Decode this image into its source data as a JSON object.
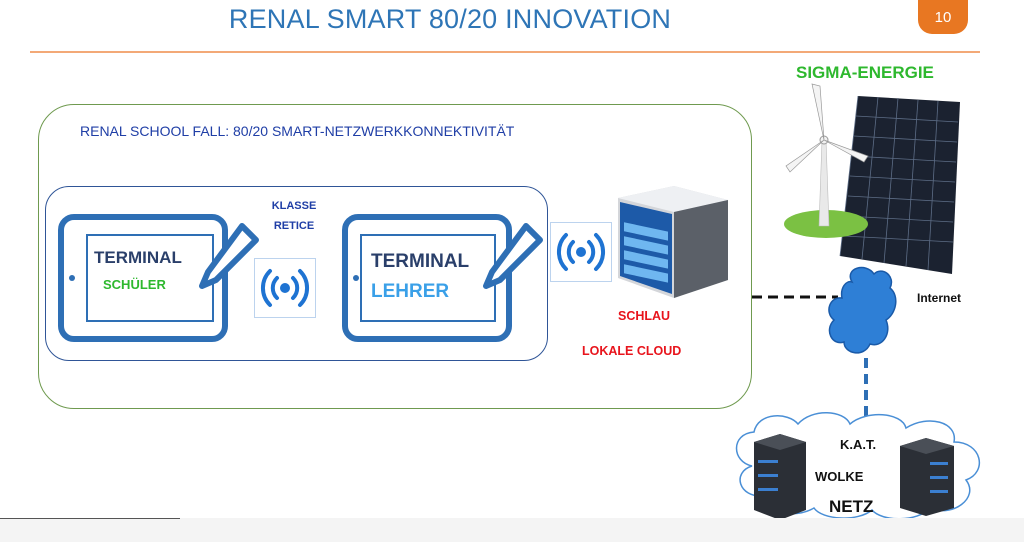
{
  "slide": {
    "title": "RENAL SMART 80/20 INNOVATION",
    "page_number": "10"
  },
  "energy": {
    "label": "SIGMA-ENERGIE"
  },
  "school": {
    "title": "RENAL SCHOOL FALL: 80/20 SMART-NETZWERKKONNEKTIVITÄT",
    "class_label_1": "KLASSE",
    "class_label_2": "RETICE",
    "student_terminal": {
      "title": "TERMINAL",
      "subtitle": "SCHÜLER"
    },
    "teacher_terminal": {
      "title": "TERMINAL",
      "subtitle": "LEHRER"
    }
  },
  "server": {
    "label_1": "SCHLAU",
    "label_2": "LOKALE CLOUD"
  },
  "internet": {
    "label": "Internet"
  },
  "cloud_network": {
    "line_1": "K.A.T.",
    "line_2": "WOLKE",
    "line_3": "NETZ"
  },
  "colors": {
    "title_blue": "#2e75b6",
    "accent_orange": "#e87722",
    "tablet_blue": "#2e6fb5",
    "green": "#2eb82e",
    "red": "#e8141c"
  }
}
